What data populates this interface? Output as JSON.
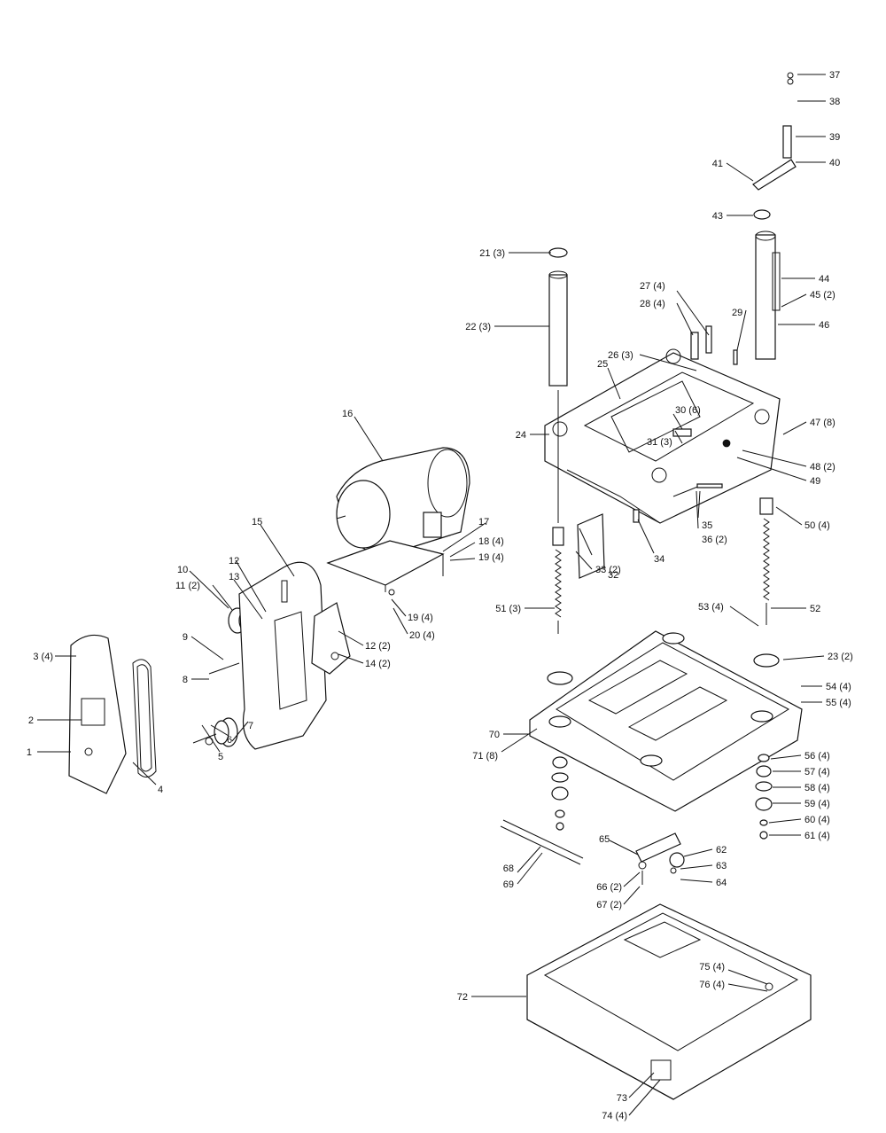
{
  "labels": {
    "l1": "1",
    "l2": "2",
    "l3": "3 (4)",
    "l4": "4",
    "l5": "5",
    "l6": "6",
    "l7": "7",
    "l8": "8",
    "l9": "9",
    "l10": "10",
    "l11": "11 (2)",
    "l12a": "12",
    "l12b": "12 (2)",
    "l13": "13",
    "l14": "14 (2)",
    "l15": "15",
    "l16": "16",
    "l17": "17",
    "l18": "18 (4)",
    "l19a": "19 (4)",
    "l19b": "19 (4)",
    "l20": "20 (4)",
    "l21": "21 (3)",
    "l22": "22 (3)",
    "l23": "23 (2)",
    "l24": "24",
    "l25": "25",
    "l26": "26 (3)",
    "l27": "27 (4)",
    "l28": "28 (4)",
    "l29": "29",
    "l30": "30 (6)",
    "l31": "31 (3)",
    "l32": "32",
    "l33": "33 (2)",
    "l34": "34",
    "l35": "35",
    "l36": "36 (2)",
    "l37": "37",
    "l38": "38",
    "l39": "39",
    "l40": "40",
    "l41": "41",
    "l43": "43",
    "l44": "44",
    "l45": "45 (2)",
    "l46": "46",
    "l47": "47 (8)",
    "l48": "48 (2)",
    "l49": "49",
    "l50": "50 (4)",
    "l51": "51 (3)",
    "l52": "52",
    "l53": "53 (4)",
    "l54": "54 (4)",
    "l55": "55 (4)",
    "l56": "56 (4)",
    "l57": "57 (4)",
    "l58": "58 (4)",
    "l59": "59 (4)",
    "l60": "60 (4)",
    "l61": "61 (4)",
    "l62": "62",
    "l63": "63",
    "l64": "64",
    "l65": "65",
    "l66": "66 (2)",
    "l67": "67 (2)",
    "l68": "68",
    "l69": "69",
    "l70": "70",
    "l71": "71 (8)",
    "l72": "72",
    "l73": "73",
    "l74": "74 (4)",
    "l75": "75 (4)",
    "l76": "76 (4)"
  }
}
